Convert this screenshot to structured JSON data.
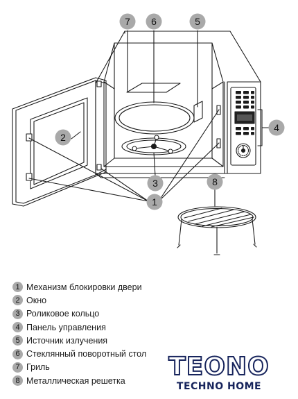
{
  "callouts": [
    "1",
    "2",
    "3",
    "4",
    "5",
    "6",
    "7",
    "8"
  ],
  "legend": [
    {
      "num": "1",
      "text": "Механизм блокировки двери"
    },
    {
      "num": "2",
      "text": "Окно"
    },
    {
      "num": "3",
      "text": "Роликовое кольцо"
    },
    {
      "num": "4",
      "text": "Панель управления"
    },
    {
      "num": "5",
      "text": "Источник излучения"
    },
    {
      "num": "6",
      "text": "Стеклянный поворотный стол"
    },
    {
      "num": "7",
      "text": "Гриль"
    },
    {
      "num": "8",
      "text": "Металлическая решетка"
    }
  ],
  "logo": {
    "word": "TEONO",
    "sub": "TECHNO HOME"
  },
  "colors": {
    "line": "#1a1a1a",
    "callout_fill": "#a9a9a9",
    "logo": "#17245c"
  }
}
